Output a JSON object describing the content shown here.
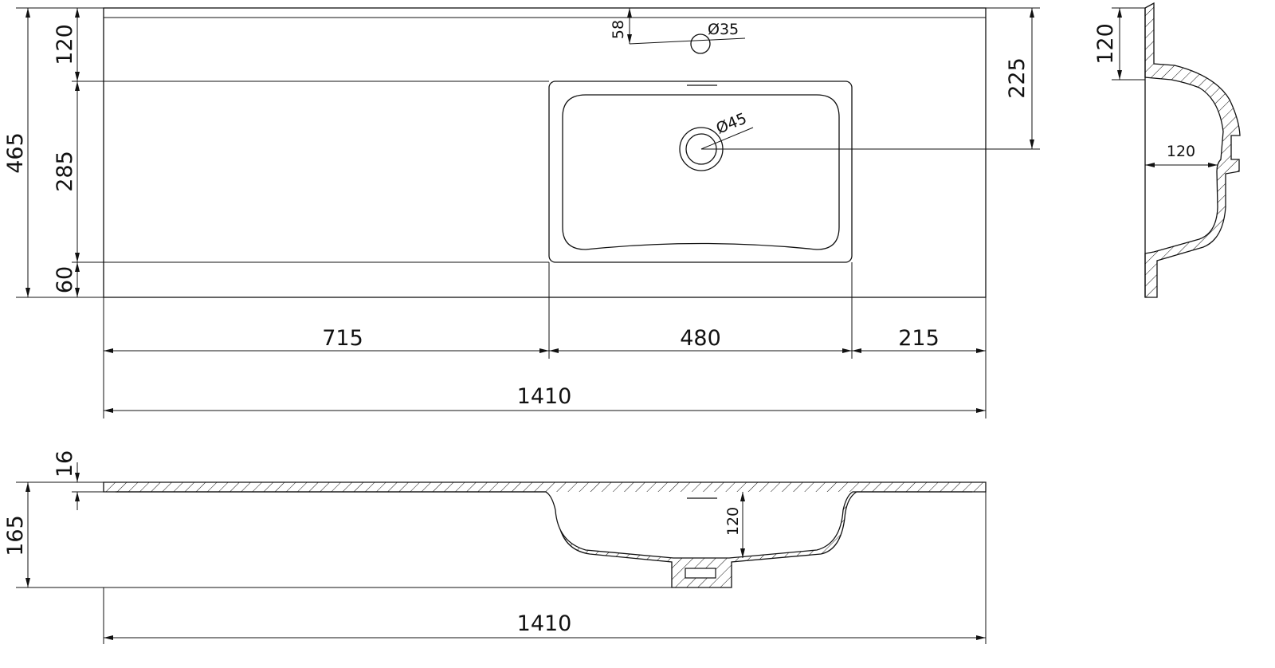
{
  "title": "Countertop washbasin technical drawing",
  "top_view": {
    "dims": {
      "overall_depth": "465",
      "back_to_basin": "120",
      "basin_depth": "285",
      "front_margin": "60",
      "tap_hole_offset": "58",
      "tap_hole_diameter": "Ø35",
      "drain_diameter": "Ø45",
      "back_to_drain": "225",
      "left_shelf": "715",
      "basin_width": "480",
      "right_margin": "215",
      "overall_width": "1410"
    }
  },
  "front_section": {
    "dims": {
      "slab_thickness": "16",
      "overall_height": "165",
      "basin_height": "120",
      "overall_width": "1410"
    }
  },
  "side_section": {
    "dims": {
      "back_to_basin": "120",
      "basin_depth": "120"
    }
  }
}
